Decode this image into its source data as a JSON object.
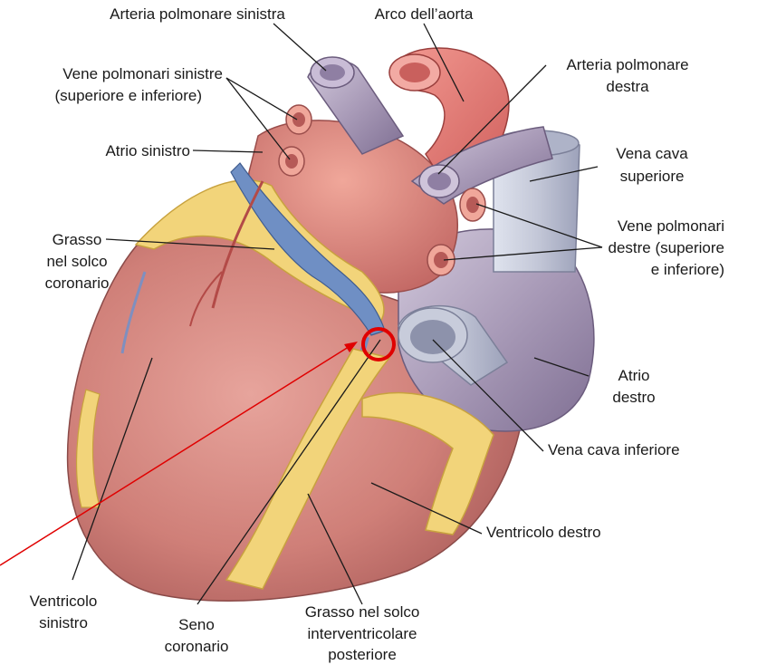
{
  "labels": {
    "arteria_polmonare_sinistra": "Arteria polmonare sinistra",
    "arco_aorta": "Arco dell’aorta",
    "arteria_polmonare_destra_1": "Arteria polmonare",
    "arteria_polmonare_destra_2": "destra",
    "vene_polmonari_sinistre_1": "Vene polmonari sinistre",
    "vene_polmonari_sinistre_2": "(superiore e inferiore)",
    "atrio_sinistro": "Atrio sinistro",
    "vena_cava_superiore_1": "Vena cava",
    "vena_cava_superiore_2": "superiore",
    "grasso_solco_coronario_1": "Grasso",
    "grasso_solco_coronario_2": "nel solco",
    "grasso_solco_coronario_3": "coronario",
    "vene_polmonari_destre_1": "Vene polmonari",
    "vene_polmonari_destre_2": "destre (superiore",
    "vene_polmonari_destre_3": "e inferiore)",
    "atrio_destro_1": "Atrio",
    "atrio_destro_2": "destro",
    "vena_cava_inferiore": "Vena cava inferiore",
    "ventricolo_destro": "Ventricolo destro",
    "ventricolo_sinistro_1": "Ventricolo",
    "ventricolo_sinistro_2": "sinistro",
    "seno_coronario_1": "Seno",
    "seno_coronario_2": "coronario",
    "grasso_interventricolare_1": "Grasso nel solco",
    "grasso_interventricolare_2": "interventricolare",
    "grasso_interventricolare_3": "posteriore"
  },
  "colors": {
    "heart_muscle": "#cf7f78",
    "aorta": "#e0736f",
    "vessel_purple": "#a89bb5",
    "vena_cava": "#bfc3d3",
    "fat": "#f2d47a",
    "coronary_vein": "#6f8fc4",
    "highlight_circle": "#e00000",
    "highlight_arrow": "#e00000"
  }
}
